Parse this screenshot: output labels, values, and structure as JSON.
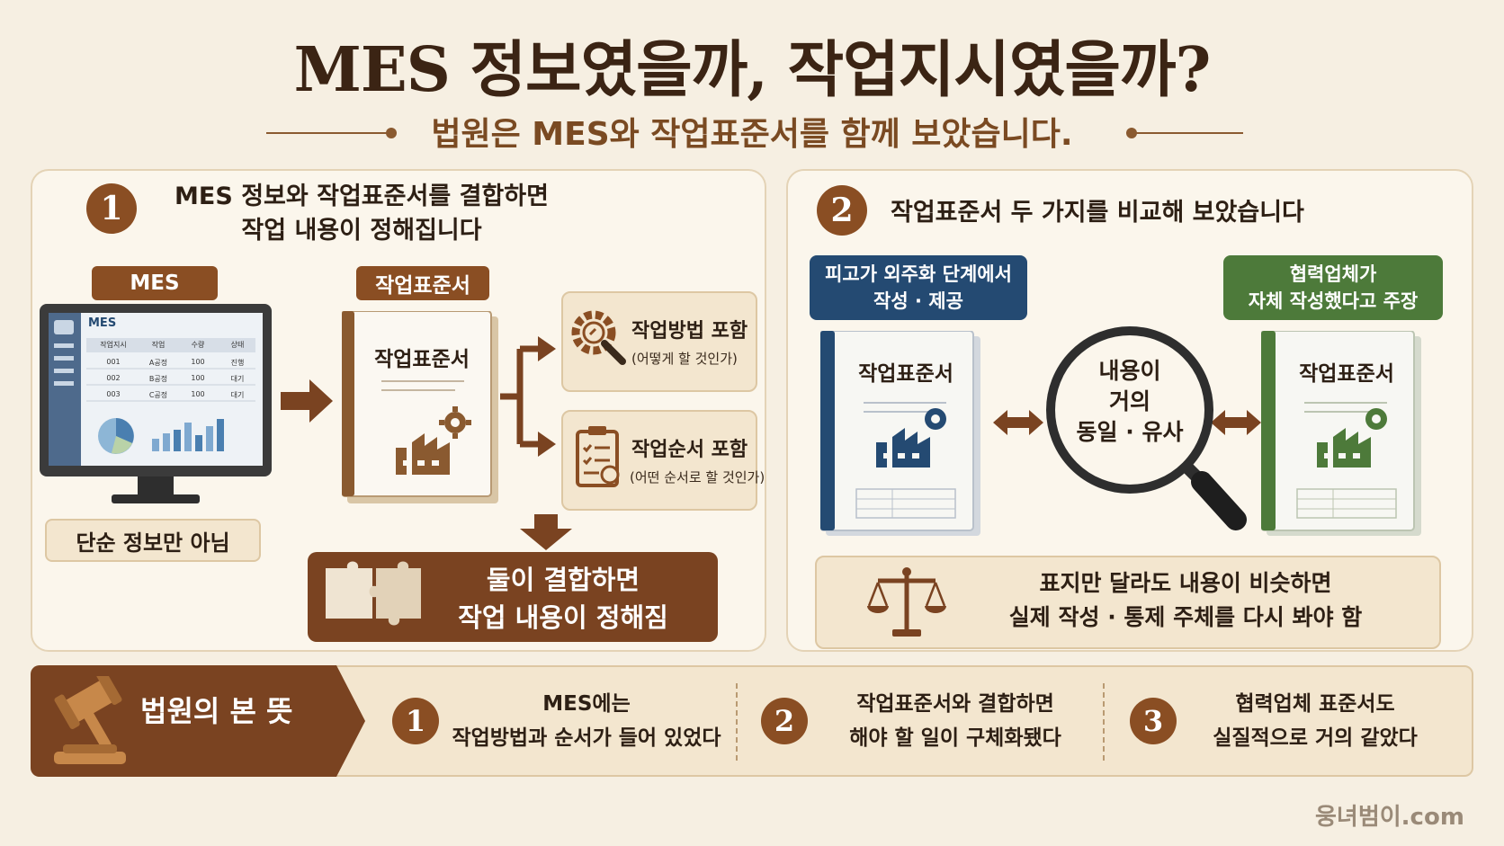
{
  "title": "MES 정보였을까, 작업지시였을까?",
  "subtitle": "법원은 MES와 작업표준서를 함께 보았습니다.",
  "section1": {
    "number": "1",
    "title_line1": "MES 정보와 작업표준서를 결합하면",
    "title_line2": "작업 내용이 정해집니다",
    "mes_label": "MES",
    "monitor": {
      "app_name": "MES",
      "columns": [
        "작업지시",
        "작업",
        "수량",
        "상태"
      ],
      "rows": [
        [
          "001",
          "A공정",
          "100",
          "진행"
        ],
        [
          "002",
          "B공정",
          "100",
          "대기"
        ],
        [
          "003",
          "C공정",
          "100",
          "대기"
        ]
      ]
    },
    "not_simple_info": "단순 정보만 아님",
    "sop_label": "작업표준서",
    "sop_book_title": "작업표준서",
    "feature1_title": "작업방법 포함",
    "feature1_sub": "(어떻게 할 것인가)",
    "feature2_title": "작업순서 포함",
    "feature2_sub": "(어떤 순서로 할 것인가)",
    "combined_line1": "둘이 결합하면",
    "combined_line2": "작업 내용이 정해짐"
  },
  "section2": {
    "number": "2",
    "title": "작업표준서 두 가지를 비교해 보았습니다",
    "tag_left_line1": "피고가 외주화 단계에서",
    "tag_left_line2": "작성 · 제공",
    "tag_right_line1": "협력업체가",
    "tag_right_line2": "자체 작성했다고 주장",
    "book_left_title": "작업표준서",
    "book_right_title": "작업표준서",
    "magnifier_line1": "내용이",
    "magnifier_line2": "거의",
    "magnifier_line3": "동일 · 유사",
    "scale_line1": "표지만 달라도 내용이 비슷하면",
    "scale_line2": "실제 작성 · 통제 주체를 다시 봐야 함"
  },
  "verdict": {
    "label": "법원의 본 뜻",
    "items": [
      {
        "number": "1",
        "line1": "MES에는",
        "line2": "작업방법과 순서가 들어 있었다"
      },
      {
        "number": "2",
        "line1": "작업표준서와 결합하면",
        "line2": "해야 할 일이 구체화됐다"
      },
      {
        "number": "3",
        "line1": "협력업체 표준서도",
        "line2": "실질적으로 거의 같았다"
      }
    ]
  },
  "watermark": "웅녀범이.com",
  "colors": {
    "background": "#f6efe2",
    "brown": "#8a4e23",
    "dark_brown": "#3b2414",
    "blue": "#244a72",
    "green": "#4d7a3a"
  }
}
